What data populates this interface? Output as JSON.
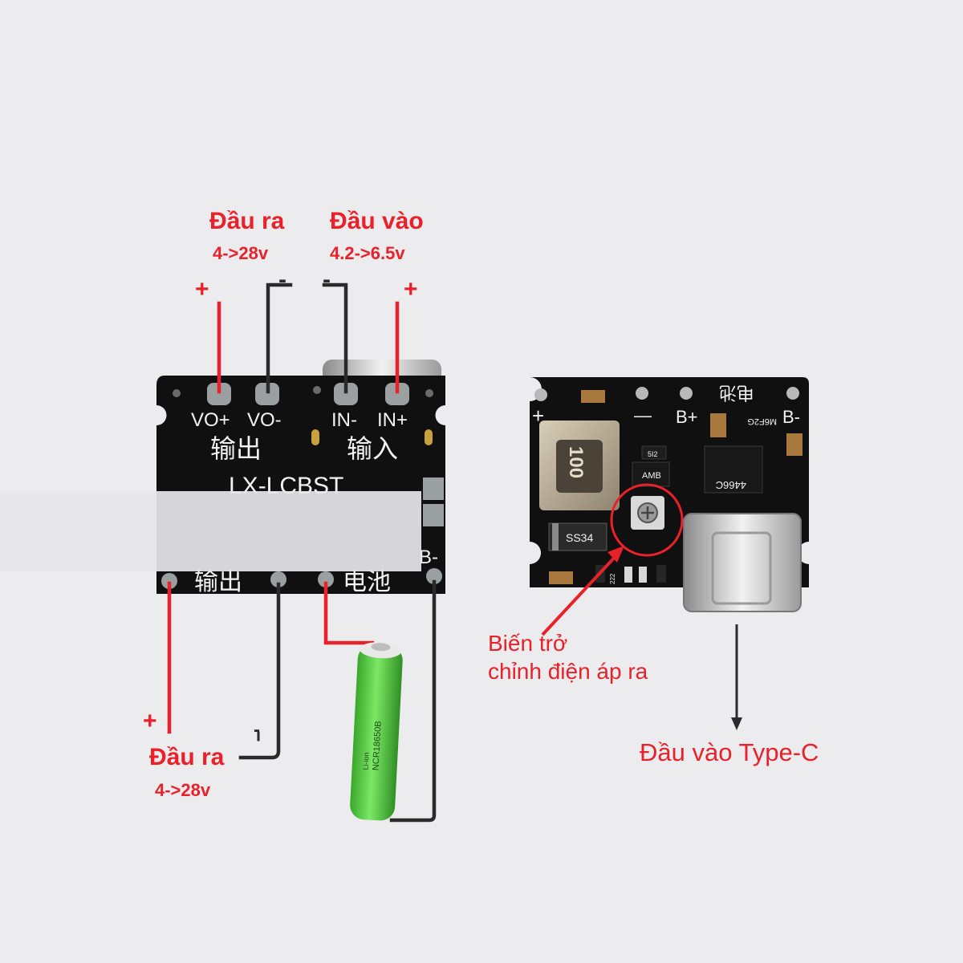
{
  "colors": {
    "wire_red": "#e8212b",
    "wire_black": "#2a2a2a",
    "pcb": "#101010",
    "label_red": "#e8212b",
    "battery_green": "#5fd44a"
  },
  "labels": {
    "output_top": {
      "title": "Đầu ra",
      "range": "4->28v"
    },
    "input_top": {
      "title": "Đầu vào",
      "range": "4.2->6.5v"
    },
    "output_bottom": {
      "title": "Đầu ra",
      "range": "4->28v"
    },
    "signs": {
      "plus_left": "+",
      "minus_left": "-",
      "minus_right": "-",
      "plus_right": "+",
      "plus_bottom": "+",
      "minus_bottom": "-"
    },
    "potentiometer": {
      "line1": "Biến trở",
      "line2": "chỉnh điện áp ra"
    },
    "typec": "Đầu vào Type-C"
  },
  "left_board": {
    "vo_plus": "VO+",
    "vo_minus": "VO-",
    "in_minus": "IN-",
    "in_plus": "IN+",
    "output_cn": "输出",
    "input_cn": "输入",
    "model": "LX-LCBST",
    "bottom_output_cn": "输出",
    "battery_cn": "电池",
    "b_minus": "B-"
  },
  "right_board": {
    "plus": "+",
    "minus": "—",
    "b_plus": "B+",
    "battery_cn": "电池",
    "b_minus": "B-",
    "inductor": "100",
    "diode": "SS34",
    "ic1": "AMB",
    "ic2": "4466C",
    "ic3": "M6F2G",
    "small_chip": "5I2",
    "resistor_code": "222"
  },
  "battery": {
    "model": "NCR18650B",
    "brand": "Li-ion"
  }
}
